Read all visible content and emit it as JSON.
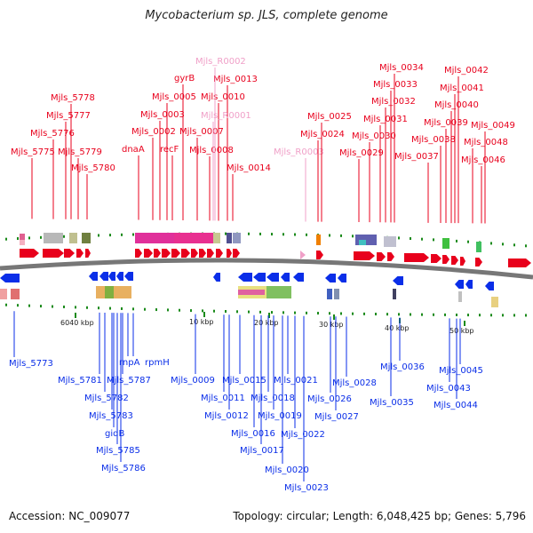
{
  "title": "Mycobacterium sp. JLS, complete genome",
  "footer": {
    "accession": "Accession: NC_009077",
    "summary": "Topology: circular; Length: 6,048,425 bp; Genes: 5,796"
  },
  "colors": {
    "forward_gene": "#e8001c",
    "reverse_gene": "#0a2ee8",
    "rna_gene": "#f0a0c8",
    "backbone": "#777777",
    "tick": "#1a8a1a"
  },
  "scale": {
    "kbp_ticks": [
      "6040 kbp",
      "10 kbp",
      "20 kbp",
      "30 kbp",
      "40 kbp",
      "50 kbp"
    ]
  },
  "upper_labels": [
    "Mjls_5775",
    "Mjls_5776",
    "Mjls_5777",
    "Mjls_5778",
    "Mjls_5779",
    "Mjls_5780",
    "dnaA",
    "Mjls_0002",
    "Mjls_0003",
    "recF",
    "Mjls_0005",
    "gyrB",
    "Mjls_0007",
    "Mjls_0008",
    "Mjls_0010",
    "Mjls_0013",
    "Mjls_0014",
    "Mjls_R0001",
    "Mjls_R0002",
    "Mjls_R0003",
    "Mjls_0024",
    "Mjls_0025",
    "Mjls_0029",
    "Mjls_0030",
    "Mjls_0031",
    "Mjls_0032",
    "Mjls_0033",
    "Mjls_0034",
    "Mjls_0037",
    "Mjls_0038",
    "Mjls_0039",
    "Mjls_0040",
    "Mjls_0041",
    "Mjls_0042",
    "Mjls_0046",
    "Mjls_0048",
    "Mjls_0049"
  ],
  "lower_labels": [
    "Mjls_5773",
    "Mjls_5781",
    "Mjls_5782",
    "Mjls_5783",
    "gidB",
    "Mjls_5785",
    "Mjls_5786",
    "Mjls_5787",
    "rnpA",
    "rpmH",
    "Mjls_0009",
    "Mjls_0011",
    "Mjls_0012",
    "Mjls_0015",
    "Mjls_0016",
    "Mjls_0017",
    "Mjls_0018",
    "Mjls_0019",
    "Mjls_0020",
    "Mjls_0021",
    "Mjls_0022",
    "Mjls_0023",
    "Mjls_0026",
    "Mjls_0027",
    "Mjls_0028",
    "Mjls_0035",
    "Mjls_0036",
    "Mjls_0043",
    "Mjls_0044",
    "Mjls_0045"
  ]
}
